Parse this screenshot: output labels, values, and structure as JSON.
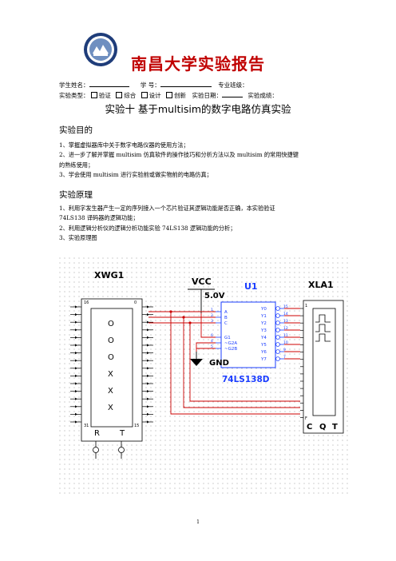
{
  "header": {
    "title": "南昌大学实验报告",
    "student_name_label": "学生姓名：",
    "student_id_label": "学    号：",
    "major_class_label": "专业班级：",
    "type_label": "实验类型：",
    "type_options": [
      "验证",
      "综合",
      "设计",
      "创新"
    ],
    "date_label": "实验日期：",
    "grade_label": "实验成绩："
  },
  "experiment_title": "实验十  基于multisim的数字电路仿真实验",
  "sections": [
    {
      "heading": "实验目的",
      "items": [
        "1、掌握虚拟器库中关于数字电路仪器的使用方法；",
        "2、进一步了解并掌握 multisim 仿真软件的操作技巧和分析方法以及 multisim 的常用快捷键",
        "的熟练使用；",
        "3、学会使用 multisim 进行实验前或做实物前的电路仿真；"
      ]
    },
    {
      "heading": "实验原理",
      "items": [
        "1、利用字发生器产生一定的序列接入一个芯片验证其逻辑功能是否正确，本实验验证",
        "74LS138 译码器的逻辑功能；",
        "2、利用逻辑分析仪的逻辑分析功能实验 74LS138 逻辑功能的分析；",
        "3、实验原理图"
      ]
    }
  ],
  "circuit": {
    "word_generator": {
      "label": "XWG1",
      "left_top": "16",
      "right_top": "0",
      "left_bottom": "31",
      "right_bottom": "15",
      "rows": [
        "O",
        "O",
        "O",
        "X",
        "X",
        "X"
      ],
      "terminals": [
        "R",
        "T"
      ]
    },
    "vcc_label": "VCC",
    "vcc_value": "5.0V",
    "gnd_label": "GND",
    "chip": {
      "ref": "U1",
      "part": "74LS138D",
      "left_pins": [
        "A",
        "B",
        "C",
        "G1",
        "~G2A",
        "~G2B"
      ],
      "left_pin_numbers": [
        "1",
        "2",
        "3",
        "6",
        "4",
        "5"
      ],
      "right_pins": [
        "Y0",
        "Y1",
        "Y2",
        "Y3",
        "Y4",
        "Y5",
        "Y6",
        "Y7"
      ],
      "right_pin_numbers": [
        "15",
        "14",
        "13",
        "12",
        "11",
        "10",
        "9",
        "7"
      ]
    },
    "logic_analyzer": {
      "label": "XLA1",
      "top_pin": "1",
      "bottom_pin": "F",
      "terminals": [
        "C",
        "Q",
        "T"
      ]
    }
  },
  "page_number": "1",
  "colors": {
    "title": "#c00000",
    "wire": "#cc0000",
    "chip": "#1a3cff",
    "text": "#000000"
  }
}
